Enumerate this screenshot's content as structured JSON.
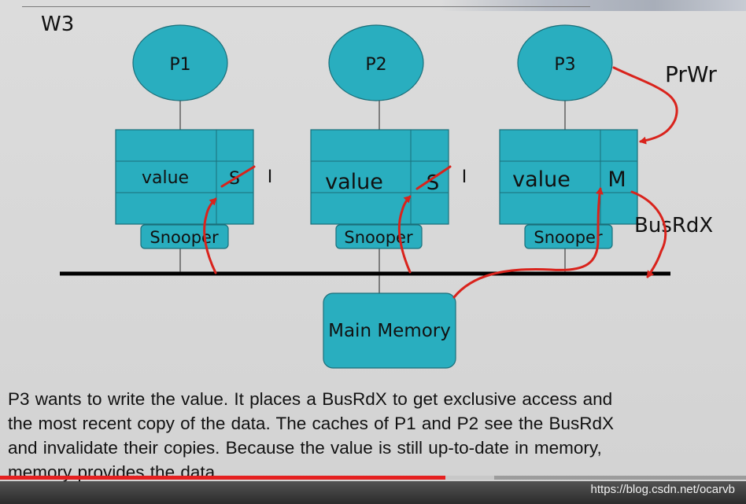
{
  "slide": {
    "label": "W3",
    "processors": [
      {
        "name": "P1",
        "cache_value_label": "value",
        "state": "S",
        "new_state": "I",
        "snooper_label": "Snooper"
      },
      {
        "name": "P2",
        "cache_value_label": "value",
        "state": "S",
        "new_state": "I",
        "snooper_label": "Snooper"
      },
      {
        "name": "P3",
        "cache_value_label": "value",
        "state": "M",
        "new_state": "",
        "snooper_label": "Snooper"
      }
    ],
    "memory_label": "Main Memory",
    "prwr_label": "PrWr",
    "busrdx_label": "BusRdX",
    "caption_lines": [
      "P3 wants to write the value. It places a BusRdX to get exclusive access and",
      "the most recent copy of the data. The caches of P1 and P2 see the BusRdX",
      "and invalidate their copies. Because the value is still up-to-date in memory,",
      "memory provides the data."
    ]
  },
  "player": {
    "watermark": "https://blog.csdn.net/ocarvb",
    "played_fraction": 0.597,
    "buffered_fraction": 0.662
  },
  "colors": {
    "teal": "#29aebf",
    "teal_dark": "#1b6f7a",
    "annotation_red": "#d9231c",
    "progress_red": "#e52020"
  }
}
